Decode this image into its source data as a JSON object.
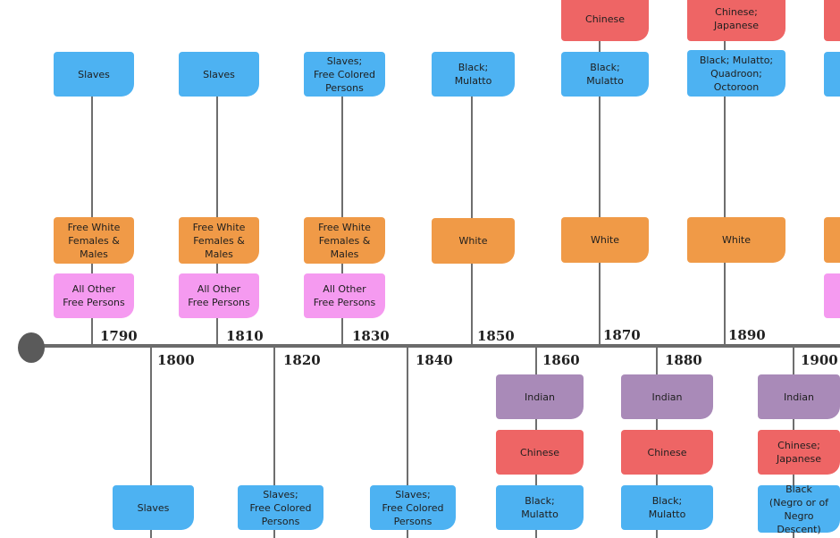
{
  "colors": {
    "blue": "#4db2f2",
    "orange": "#f09a47",
    "pink": "#f59af0",
    "red": "#ee6565",
    "purple": "#a98ab8",
    "axis": "#6b6b6b"
  },
  "years": {
    "y1790": "1790",
    "y1800": "1800",
    "y1810": "1810",
    "y1820": "1820",
    "y1830": "1830",
    "y1840": "1840",
    "y1850": "1850",
    "y1860": "1860",
    "y1870": "1870",
    "y1880": "1880",
    "y1890": "1890",
    "y1900": "1900"
  },
  "census": {
    "c1790": {
      "top": "Slaves",
      "mid": "Free White\nFemales &\nMales",
      "low": "All Other\nFree Persons"
    },
    "c1810": {
      "top": "Slaves",
      "mid": "Free White\nFemales &\nMales",
      "low": "All Other\nFree Persons"
    },
    "c1830": {
      "top": "Slaves;\nFree Colored\nPersons",
      "mid": "Free White\nFemales &\nMales",
      "low": "All Other\nFree Persons"
    },
    "c1850": {
      "top": "Black;\nMulatto",
      "mid": "White"
    },
    "c1870": {
      "extra": "Chinese",
      "top": "Black;\nMulatto",
      "mid": "White"
    },
    "c1890": {
      "extra": "Chinese;\nJapanese",
      "top": "Black; Mulatto;\nQuadroon;\nOctoroon",
      "mid": "White"
    },
    "c1800": {
      "box": "Slaves"
    },
    "c1820": {
      "box": "Slaves;\nFree Colored\nPersons"
    },
    "c1840": {
      "box": "Slaves;\nFree Colored\nPersons"
    },
    "c1860": {
      "a": "Indian",
      "b": "Chinese",
      "c": "Black;\nMulatto"
    },
    "c1880": {
      "a": "Indian",
      "b": "Chinese",
      "c": "Black;\nMulatto"
    },
    "c1900": {
      "a": "Indian",
      "b": "Chinese;\nJapanese",
      "c": "Black\n(Negro or of\nNegro Descent)"
    }
  }
}
